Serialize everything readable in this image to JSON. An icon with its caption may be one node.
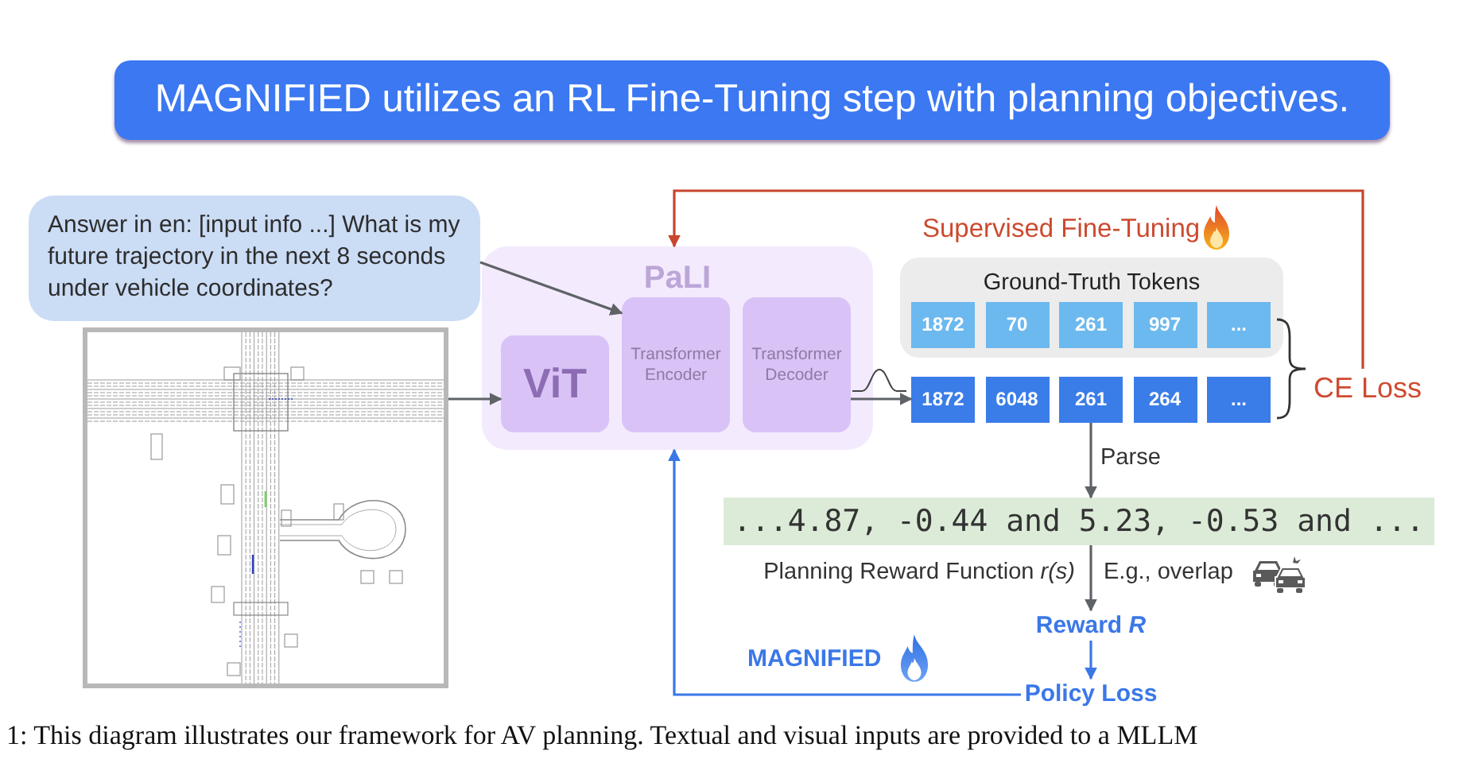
{
  "diagram": {
    "title": "MAGNIFIED utilizes an RL Fine-Tuning step with planning objectives.",
    "caption": "1: This diagram illustrates our framework for AV planning. Textual and visual inputs are provided to a MLLM",
    "nodes": [
      {
        "text": [
          "Answer in en: [input info ...] What is my future trajectory in the next 8 seconds under vehicle coordinates?"
        ]
      },
      {
        "text": [],
        "shape": "picture"
      },
      {
        "text": [
          "PaLI"
        ]
      },
      {
        "text": [
          "ViT"
        ],
        "in": 2
      },
      {
        "text": [
          "Transformer Encoder"
        ],
        "in": 2
      },
      {
        "text": [
          "Transformer Decoder"
        ],
        "in": 2
      },
      {
        "text": [
          "Ground-Truth Tokens"
        ]
      },
      {
        "text": [
          "1872"
        ],
        "in": 6
      },
      {
        "text": [
          "70"
        ],
        "in": 6
      },
      {
        "text": [
          "261"
        ],
        "in": 6
      },
      {
        "text": [
          "997"
        ],
        "in": 6
      },
      {
        "text": [
          "..."
        ],
        "in": 6
      },
      {
        "text": [
          "1872"
        ]
      },
      {
        "text": [
          "6048"
        ]
      },
      {
        "text": [
          "261"
        ]
      },
      {
        "text": [
          "264"
        ]
      },
      {
        "text": [
          "..."
        ]
      },
      {
        "text": [
          "...4.87, -0.44 and 5.23, -0.53 and ..."
        ]
      },
      {
        "text": [
          "Reward *R*"
        ]
      },
      {
        "text": [
          "Policy Loss"
        ]
      },
      {
        "text": [
          "CE Loss"
        ]
      }
    ],
    "edges": [
      {
        "from": 0,
        "to": 4,
        "arrow": "to"
      },
      {
        "from": 1,
        "to": 3,
        "arrow": "to"
      },
      {
        "from": 5,
        "to": 12,
        "arrow": "to"
      },
      {
        "from": 14,
        "to": 17,
        "arrow": "to",
        "label": "Parse"
      },
      {
        "from": 17,
        "to": 18,
        "arrow": "to",
        "label": "Planning Reward Function *r(s)*"
      },
      {
        "from": 18,
        "to": 19,
        "arrow": "to",
        "color": "#3b78e7"
      },
      {
        "from": 19,
        "to": 2,
        "arrow": "to",
        "color": "#3b78e7"
      },
      {
        "from": 20,
        "to": 2,
        "arrow": "to",
        "color": "#c8452e"
      }
    ],
    "labels": [
      "Supervised Fine-Tuning",
      "E.g., overlap",
      "MAGNIFIED"
    ]
  }
}
